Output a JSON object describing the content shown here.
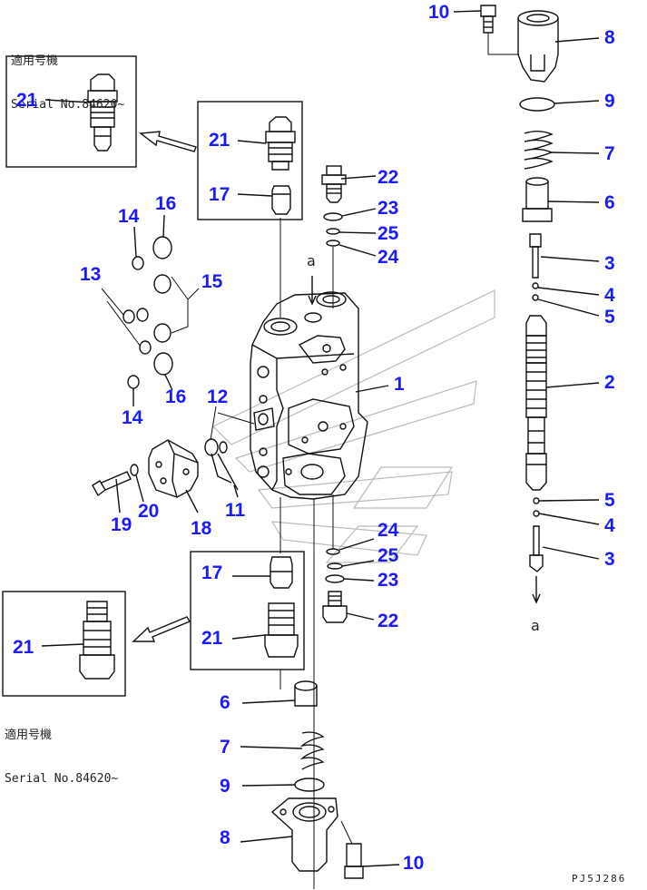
{
  "serial_notes": [
    {
      "line1": "適用号機",
      "line2": "Serial No.84620~"
    },
    {
      "line1": "適用号機",
      "line2": "Serial No.84620~"
    }
  ],
  "flow_marks": [
    "a",
    "a"
  ],
  "figure_code": "PJ5J286",
  "callouts": {
    "c10_top": "10",
    "c8_top": "8",
    "c9_top": "9",
    "c7_top": "7",
    "c6_top": "6",
    "c3_top": "3",
    "c4_top": "4",
    "c5_top": "5",
    "c2": "2",
    "c5_bot": "5",
    "c4_bot": "4",
    "c3_bot": "3",
    "c21_box1": "21",
    "c21_box2": "21",
    "c17_box2": "17",
    "c22_top": "22",
    "c23_top": "23",
    "c25_top": "25",
    "c24_top": "24",
    "c16_top": "16",
    "c14_top": "14",
    "c13": "13",
    "c15": "15",
    "c16_bot": "16",
    "c14_bot": "14",
    "c1": "1",
    "c12": "12",
    "c11": "11",
    "c20": "20",
    "c19": "19",
    "c18": "18",
    "c24_bot": "24",
    "c25_bot": "25",
    "c23_bot": "23",
    "c22_bot": "22",
    "c17_box3": "17",
    "c21_box3": "21",
    "c21_box4": "21",
    "c6_bot": "6",
    "c7_bot": "7",
    "c9_bot": "9",
    "c8_bot": "8",
    "c10_bot": "10"
  }
}
